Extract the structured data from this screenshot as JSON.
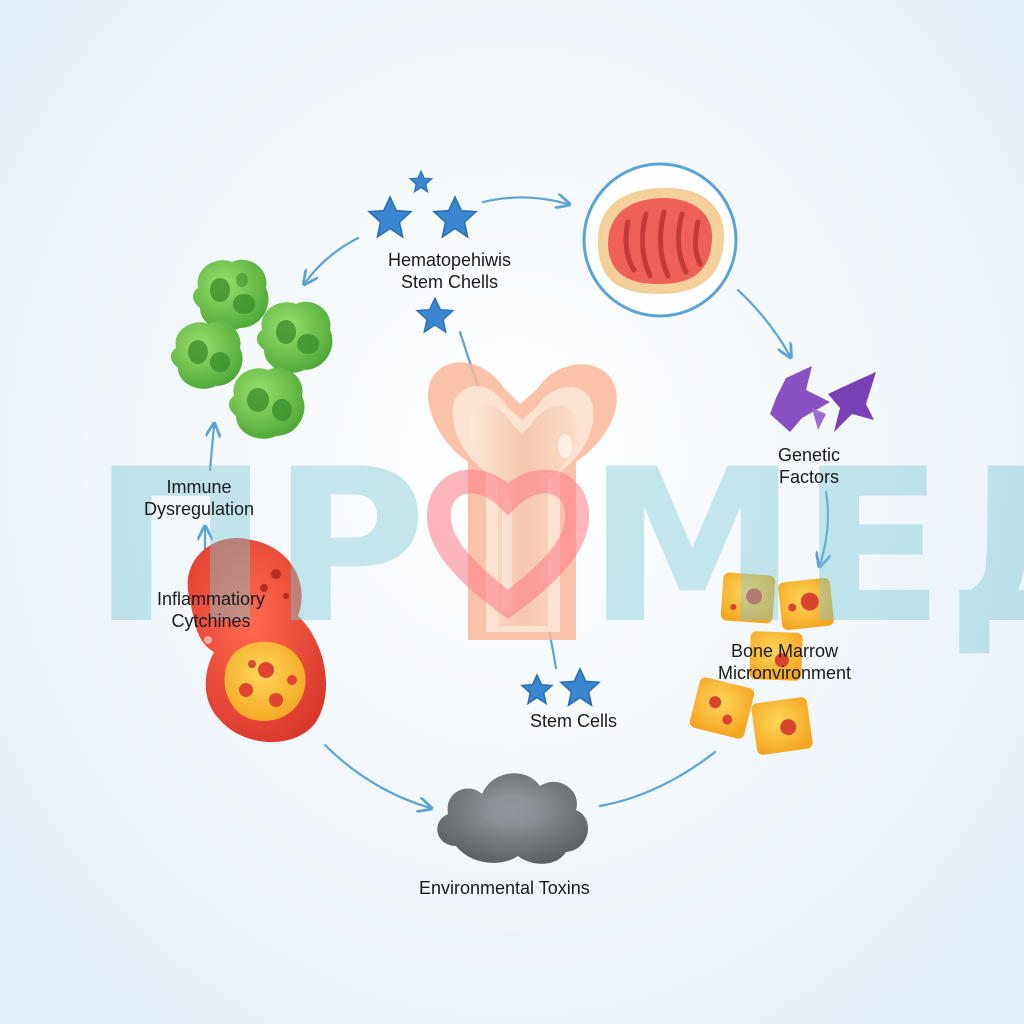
{
  "labels": {
    "hsc": [
      "Hematopehiwis",
      "Stem Chells"
    ],
    "genetic": [
      "Genetic",
      "Factors"
    ],
    "marrow": [
      "Bone Marrow",
      "Micronvironment"
    ],
    "stem": [
      "Stem Cells"
    ],
    "toxins": [
      "Environmental Toxins"
    ],
    "immune": [
      "Immune",
      "Dysregulation"
    ],
    "inflammatory": [
      "Inflammatiory",
      "Cytchines"
    ]
  },
  "watermark": {
    "left": "ПР",
    "heart_icon": "heart-icon",
    "right": "МЕД"
  },
  "colors": {
    "arrow": "#5aa3d6",
    "star": "#3a86d0",
    "green_cell": "#6cc24a",
    "red_cell": "#e84b3c",
    "bone": "#f7c7ad",
    "cloud": "#6e7479",
    "purple": "#8a4fc2",
    "marrow": "#f6b93b",
    "watermark": "#78c8d2",
    "heart": "#ff7a86"
  }
}
